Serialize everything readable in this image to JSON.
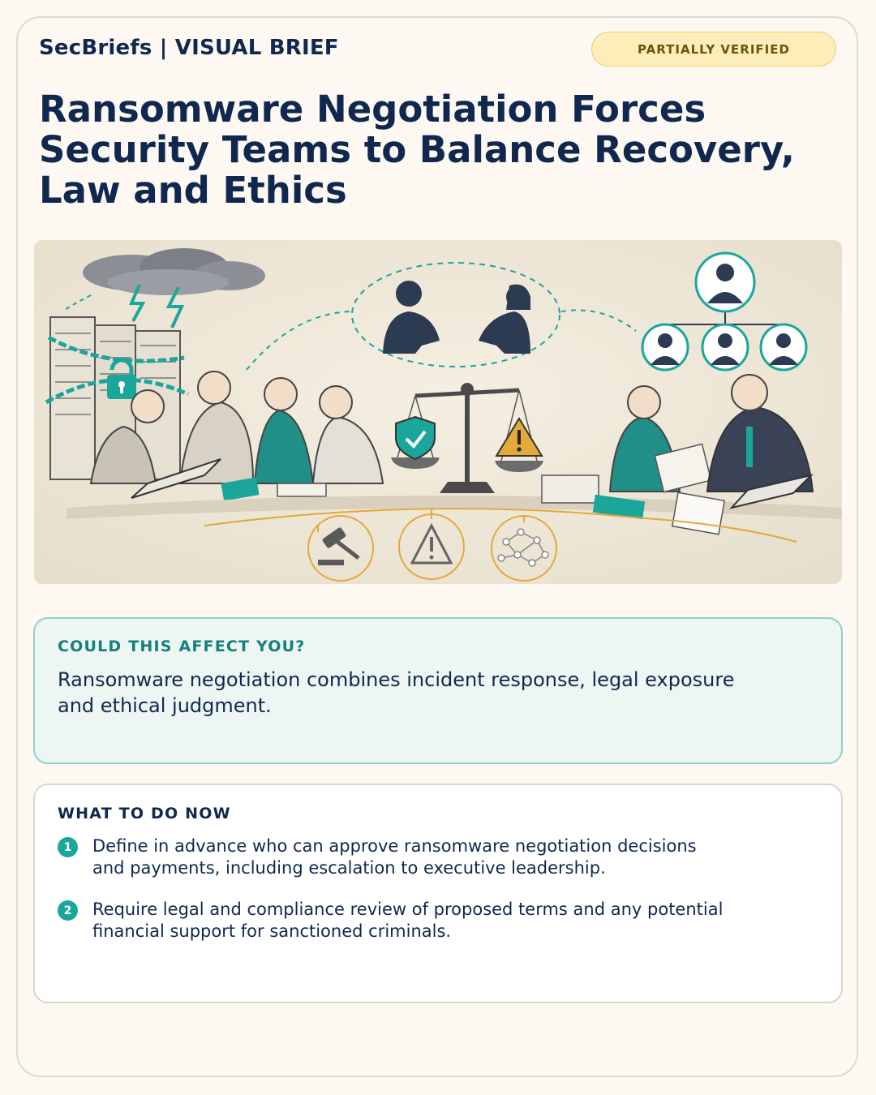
{
  "header": {
    "brand": "SecBriefs | VISUAL BRIEF",
    "badge": "PARTIALLY VERIFIED"
  },
  "headline": "Ransomware Negotiation Forces Security Teams to Balance Recovery, Law and Ethics",
  "illustration": {
    "icons": [
      "storm-cloud-icon",
      "server-rack-icon",
      "padlock-icon",
      "negotiators-icon",
      "scales-icon",
      "shield-check-icon",
      "warning-icon",
      "org-chart-icon",
      "gavel-icon",
      "network-icon"
    ]
  },
  "affect": {
    "heading": "COULD THIS AFFECT YOU?",
    "body": "Ransomware negotiation combines incident response, legal exposure and ethical judgment."
  },
  "todo": {
    "heading": "WHAT TO DO NOW",
    "steps": [
      {
        "num": "1",
        "text": "Define in advance who can approve ransomware negotiation decisions and payments, including escalation to executive leadership."
      },
      {
        "num": "2",
        "text": "Require legal and compliance review of proposed terms and any potential financial support for sanctioned criminals."
      }
    ]
  },
  "colors": {
    "navy": "#10284f",
    "teal": "#1ba69b",
    "badge_bg": "#fcedb9",
    "gold": "#e3a93a"
  }
}
